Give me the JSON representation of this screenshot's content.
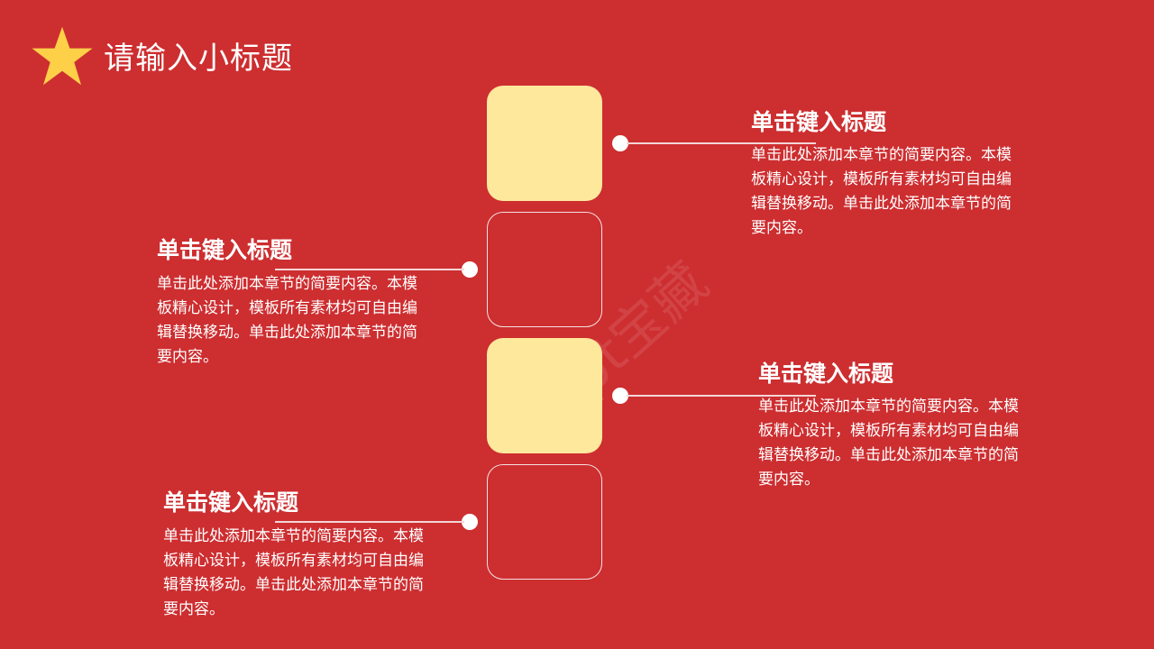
{
  "header": {
    "title": "请输入小标题",
    "star_color": "#fdd048"
  },
  "colors": {
    "background": "#cd2e30",
    "box_fill": "#fee89c"
  },
  "watermark": "ppt宝藏",
  "items": [
    {
      "title": "单击键入标题",
      "text": "单击此处添加本章节的简要内容。本模板精心设计，模板所有素材均可自由编辑替换移动。单击此处添加本章节的简要内容。"
    },
    {
      "title": "单击键入标题",
      "text": "单击此处添加本章节的简要内容。本模板精心设计，模板所有素材均可自由编辑替换移动。单击此处添加本章节的简要内容。"
    },
    {
      "title": "单击键入标题",
      "text": "单击此处添加本章节的简要内容。本模板精心设计，模板所有素材均可自由编辑替换移动。单击此处添加本章节的简要内容。"
    },
    {
      "title": "单击键入标题",
      "text": "单击此处添加本章节的简要内容。本模板精心设计，模板所有素材均可自由编辑替换移动。单击此处添加本章节的简要内容。"
    }
  ]
}
